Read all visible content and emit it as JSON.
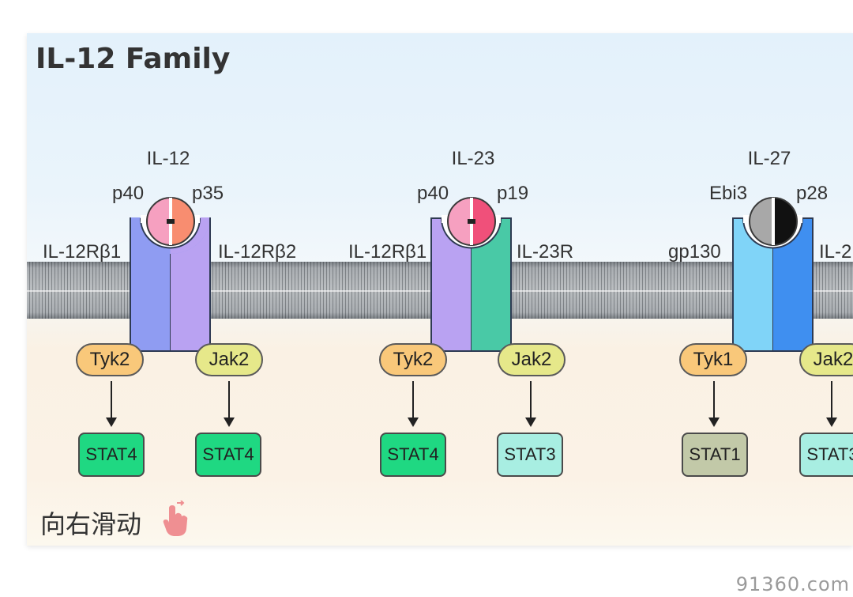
{
  "title": "IL-12 Family",
  "swipe_hint": "向右滑动",
  "watermark": "91360.com",
  "complexes": [
    {
      "name": "IL-12",
      "subunit_left": "p40",
      "subunit_right": "p35",
      "receptor_left": "IL-12Rβ1",
      "receptor_right": "IL-12Rβ2",
      "kinase_left": "Tyk2",
      "kinase_right": "Jak2",
      "stat_left": "STAT4",
      "stat_right": "STAT4"
    },
    {
      "name": "IL-23",
      "subunit_left": "p40",
      "subunit_right": "p19",
      "receptor_left": "IL-12Rβ1",
      "receptor_right": "IL-23R",
      "kinase_left": "Tyk2",
      "kinase_right": "Jak2",
      "stat_left": "STAT4",
      "stat_right": "STAT3"
    },
    {
      "name": "IL-27",
      "subunit_left": "Ebi3",
      "subunit_right": "p28",
      "receptor_left": "gp130",
      "receptor_right": "IL-2",
      "kinase_left": "Tyk1",
      "kinase_right": "Jak2",
      "stat_left": "STAT1",
      "stat_right": "STAT3"
    }
  ],
  "colors": {
    "il12rb1": "#8f9cf2",
    "il12rb2": "#b9a2f2",
    "il23r": "#49c9a6",
    "gp130": "#80d4f8",
    "il27r": "#3f8ff0",
    "p40": "#f6a0c0",
    "p35": "#f88d70",
    "p19": "#f0507a",
    "ebi3": "#a8a8a8",
    "p28": "#111111",
    "tyk": "#f9c87a",
    "jak2": "#e6e88a",
    "stat4": "#1fd882",
    "stat3": "#a8eee2",
    "stat1": "#c2c9a8"
  }
}
